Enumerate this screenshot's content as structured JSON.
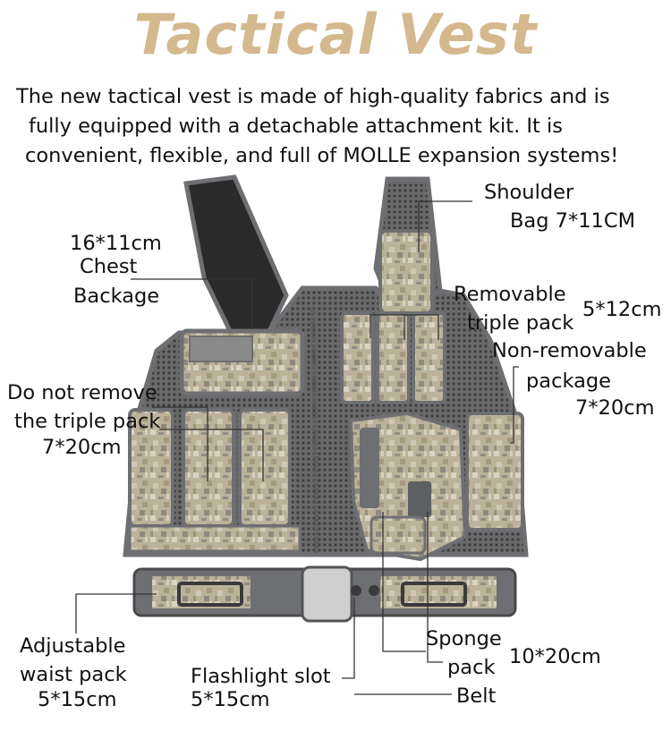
{
  "title": "Tactical Vest",
  "description": [
    "The new tactical vest is made of high-quality fabrics and is",
    "fully equipped with a detachable attachment kit. It is",
    "convenient, flexible, and full of MOLLE expansion systems!"
  ],
  "labels": {
    "shoulder_line1": "Shoulder",
    "shoulder_line2": "Bag  7*11CM",
    "chest_size": "16*11cm",
    "chest_line1": "Chest",
    "chest_line2": "Backage",
    "removable_line1": "Removable",
    "removable_line2": "triple pack",
    "removable_size": "5*12cm",
    "nonremovable_line1": "Non-removable",
    "nonremovable_line2": "package",
    "nonremovable_size": "7*20cm",
    "donot_line1": "Do not remove",
    "donot_line2": "the triple pack",
    "donot_size": "7*20cm",
    "waist_line1": "Adjustable",
    "waist_line2": "waist pack",
    "waist_size": "5*15cm",
    "flashlight_line1": "Flashlight slot",
    "flashlight_size": "5*15cm",
    "sponge_line1": "Sponge",
    "sponge_line2": "pack",
    "sponge_size": "10*20cm",
    "belt": "Belt"
  },
  "colors": {
    "title": "#d4b88e",
    "camo_base": "#b8ae96",
    "trim": "#6e6f72",
    "mesh": "#4a4a4a"
  }
}
